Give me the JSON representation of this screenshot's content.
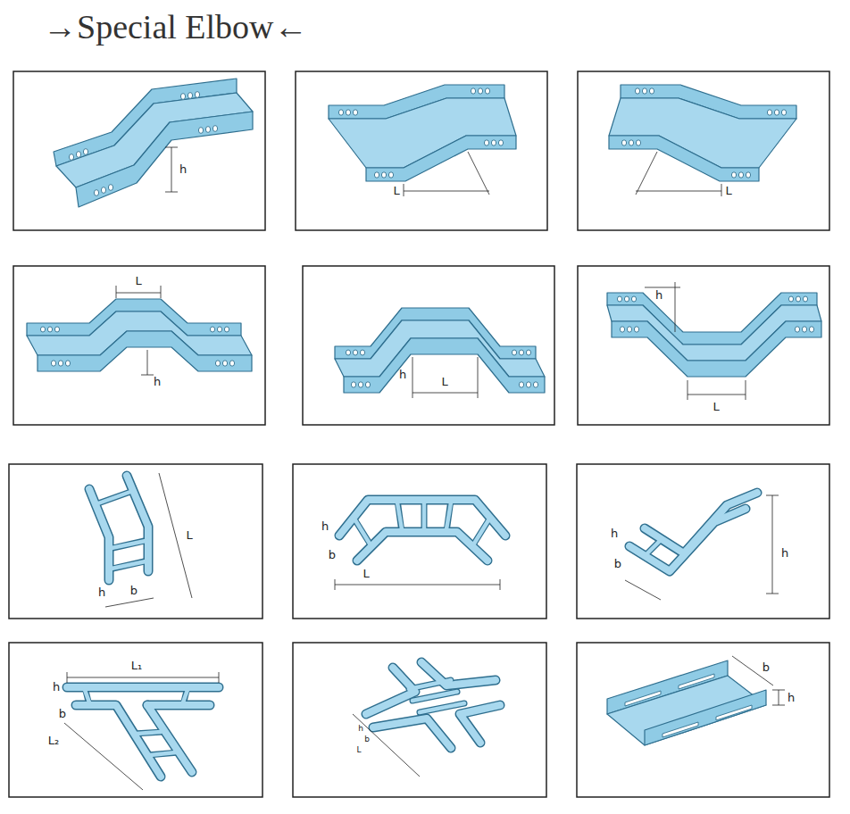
{
  "diagram": {
    "title": "→Special Elbow←",
    "labels": [
      "h",
      "L",
      "L",
      "L",
      "h",
      "h",
      "L",
      "h",
      "L",
      "L",
      "h",
      "b",
      "h",
      "b",
      "L",
      "h",
      "b",
      "h",
      "L₁",
      "h",
      "b",
      "L₂",
      "h",
      "b",
      "L",
      "b",
      "h"
    ]
  }
}
